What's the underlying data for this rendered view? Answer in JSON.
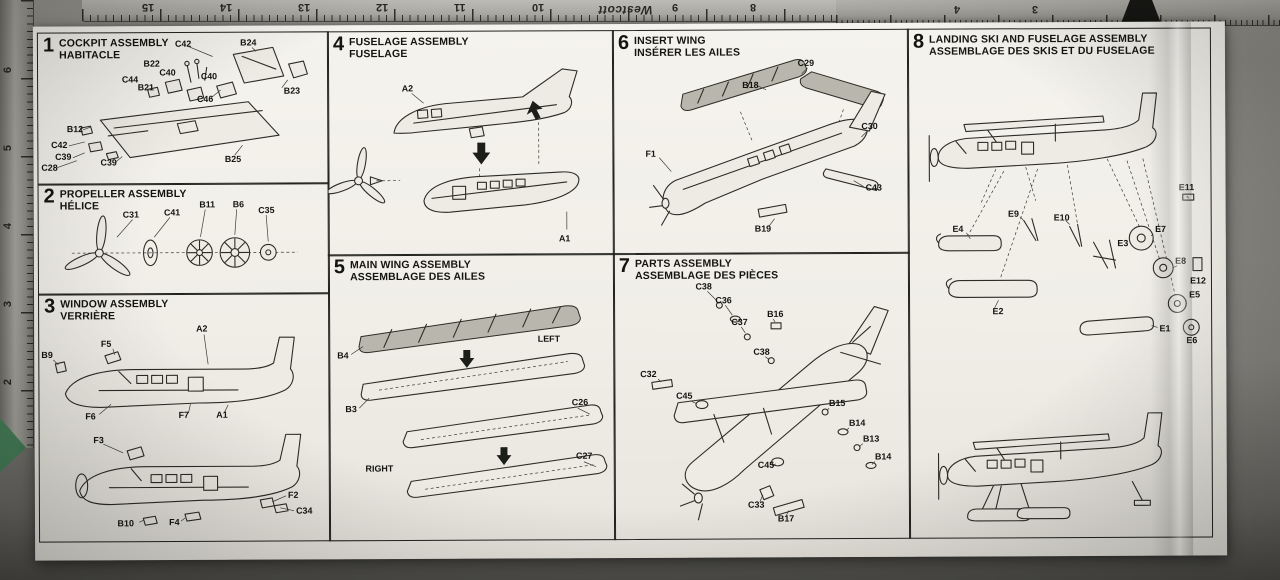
{
  "colors": {
    "bench": "#86857f",
    "paper": "#f2f0e9",
    "ink": "#1c1c17",
    "mat_green": "#47815a"
  },
  "rulers": {
    "top": {
      "brand": "Westcott",
      "numbers": [
        "15",
        "14",
        "13",
        "12",
        "11",
        "10",
        "9",
        "8"
      ]
    },
    "top_right": {
      "numbers": [
        "4",
        "3"
      ]
    },
    "left": {
      "numbers": [
        "6",
        "5",
        "4",
        "3",
        "2"
      ]
    }
  },
  "sections": [
    {
      "number": "1",
      "title_en": "COCKPIT ASSEMBLY",
      "title_fr": "HABITACLE",
      "parts": [
        "C42",
        "B24",
        "B22",
        "C40",
        "C44",
        "B21",
        "C40",
        "B23",
        "C46",
        "B12",
        "C42",
        "C39",
        "C28",
        "C39",
        "B25"
      ]
    },
    {
      "number": "2",
      "title_en": "PROPELLER ASSEMBLY",
      "title_fr": "HÉLICE",
      "parts": [
        "C31",
        "C41",
        "B11",
        "B6",
        "C35"
      ]
    },
    {
      "number": "3",
      "title_en": "WINDOW ASSEMBLY",
      "title_fr": "VERRIÈRE",
      "parts": [
        "B9",
        "F5",
        "A2",
        "F6",
        "F7",
        "A1",
        "F3",
        "F2",
        "F4",
        "B10",
        "C34"
      ]
    },
    {
      "number": "4",
      "title_en": "FUSELAGE ASSEMBLY",
      "title_fr": "FUSELAGE",
      "parts": [
        "A2",
        "A1"
      ]
    },
    {
      "number": "5",
      "title_en": "MAIN WING ASSEMBLY",
      "title_fr": "ASSEMBLAGE DES AILES",
      "parts": [
        "B4",
        "B3",
        "C26",
        "C27"
      ],
      "annotations": [
        "LEFT",
        "RIGHT"
      ]
    },
    {
      "number": "6",
      "title_en": "INSERT WING",
      "title_fr": "INSÉRER LES AILES",
      "parts": [
        "C29",
        "B18",
        "C30",
        "F1",
        "C43",
        "B19"
      ]
    },
    {
      "number": "7",
      "title_en": "PARTS ASSEMBLY",
      "title_fr": "ASSEMBLAGE DES PIÈCES",
      "parts": [
        "C38",
        "C36",
        "C37",
        "B16",
        "C38",
        "C32",
        "C45",
        "B15",
        "B14",
        "B13",
        "B14",
        "C45",
        "C33",
        "B17"
      ]
    },
    {
      "number": "8",
      "title_en": "LANDING SKI AND FUSELAGE ASSEMBLY",
      "title_fr": "ASSEMBLAGE DES SKIS ET DU FUSELAGE",
      "parts": [
        "E11",
        "E9",
        "E10",
        "E4",
        "E3",
        "E7",
        "E8",
        "E12",
        "E2",
        "E5",
        "E6",
        "E1"
      ]
    }
  ]
}
